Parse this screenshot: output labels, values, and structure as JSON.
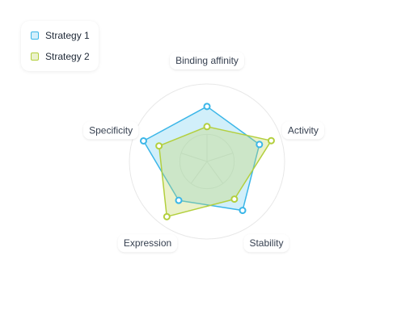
{
  "chart_data": {
    "type": "radar",
    "axes": [
      "Binding affinity",
      "Activity",
      "Stability",
      "Expression",
      "Specificity"
    ],
    "range": [
      0,
      10
    ],
    "series": [
      {
        "name": "Strategy 1",
        "values": [
          7.1,
          7.1,
          7.8,
          6.2,
          8.6
        ],
        "stroke": "#3bb6e8",
        "fill": "#7cd0f2"
      },
      {
        "name": "Strategy 2",
        "values": [
          4.5,
          8.7,
          6.0,
          8.8,
          6.5
        ],
        "stroke": "#b3cf3d",
        "fill": "#c4d86a"
      }
    ],
    "grid": true,
    "legend_position": "top-left"
  }
}
